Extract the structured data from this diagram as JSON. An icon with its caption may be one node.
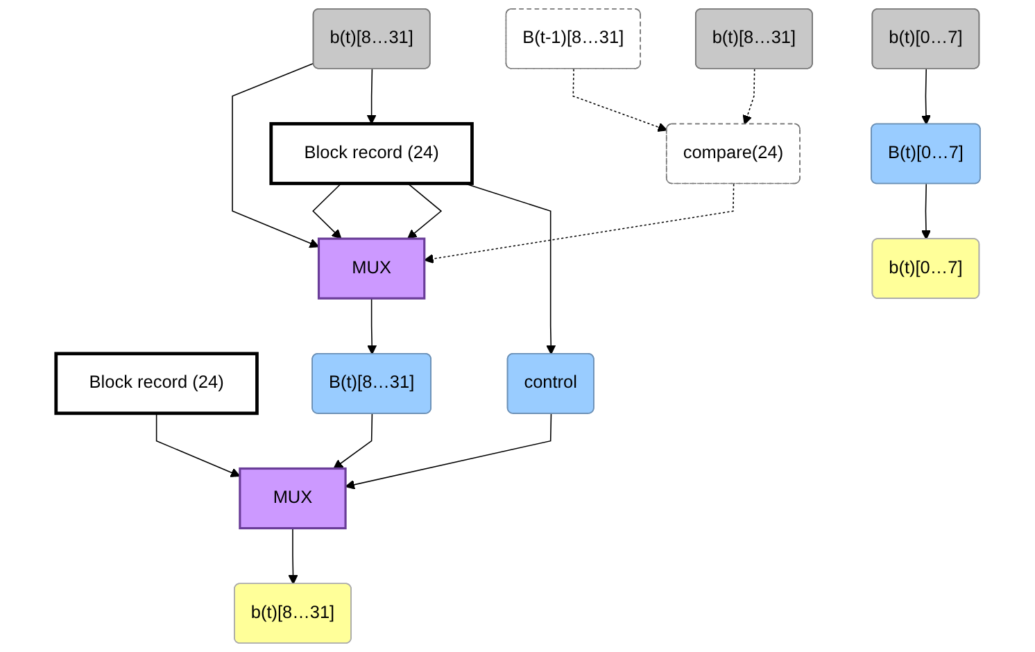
{
  "diagram": {
    "nodes": [
      {
        "text": [
          "b(t)[8…31]"
        ]
      },
      {
        "text": [
          "Block record (24)"
        ]
      },
      {
        "text": [
          "B(t-1)[8…31]"
        ]
      },
      {
        "text": [
          "b(t)[8…31]"
        ]
      },
      {
        "text": [
          "compare(24)"
        ]
      },
      {
        "text": [
          "MUX"
        ]
      },
      {
        "text": [
          "Block record (24)"
        ]
      },
      {
        "text": [
          "B(t)[8…31]"
        ]
      },
      {
        "text": [
          "control"
        ]
      },
      {
        "text": [
          "b(t)[0…7]"
        ]
      },
      {
        "text": [
          "B(t)[0…7]"
        ]
      },
      {
        "text": [
          "MUX"
        ]
      },
      {
        "text": [
          "b(t)[8…31]"
        ]
      },
      {
        "text": [
          "b(t)[0…7]"
        ]
      }
    ],
    "edges": [
      {
        "from": 0,
        "to": 5,
        "arrow": "to"
      },
      {
        "from": 0,
        "to": 1,
        "arrow": "to"
      },
      {
        "from": 1,
        "to": 5,
        "arrow": "to"
      },
      {
        "from": 1,
        "to": 5,
        "arrow": "to"
      },
      {
        "from": 1,
        "to": 8,
        "arrow": "to"
      },
      {
        "from": 2,
        "to": 4,
        "arrow": "to",
        "style": "dashed"
      },
      {
        "from": 3,
        "to": 4,
        "arrow": "to",
        "style": "dashed"
      },
      {
        "from": 4,
        "to": 5,
        "arrow": "to",
        "style": "dashed"
      },
      {
        "from": 5,
        "to": 7,
        "arrow": "to"
      },
      {
        "from": 7,
        "to": 11,
        "arrow": "to"
      },
      {
        "from": 8,
        "to": 11,
        "arrow": "to"
      },
      {
        "from": 6,
        "to": 11,
        "arrow": "to"
      },
      {
        "from": 9,
        "to": 10,
        "arrow": "to"
      },
      {
        "from": 10,
        "to": 13,
        "arrow": "to"
      },
      {
        "from": 11,
        "to": 12,
        "arrow": "to"
      }
    ]
  }
}
